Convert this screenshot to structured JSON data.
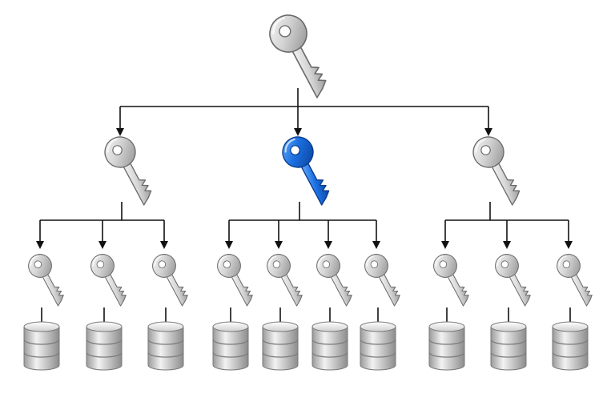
{
  "diagram": {
    "root": {
      "icon": "key-icon",
      "color": "#d9d9d9",
      "children": [
        {
          "icon": "key-icon",
          "color": "#d9d9d9",
          "leaves": 3
        },
        {
          "icon": "key-icon",
          "color": "#1a6fe0",
          "highlighted": true,
          "leaves": 4
        },
        {
          "icon": "key-icon",
          "color": "#d9d9d9",
          "leaves": 3
        }
      ]
    },
    "leaf_icon": "key-icon",
    "storage_icon": "database-icon",
    "line_color": "#111111",
    "metal_color": "#d9d9d9",
    "highlight_color": "#1a6fe0",
    "db_color": "#d6d6d6"
  }
}
